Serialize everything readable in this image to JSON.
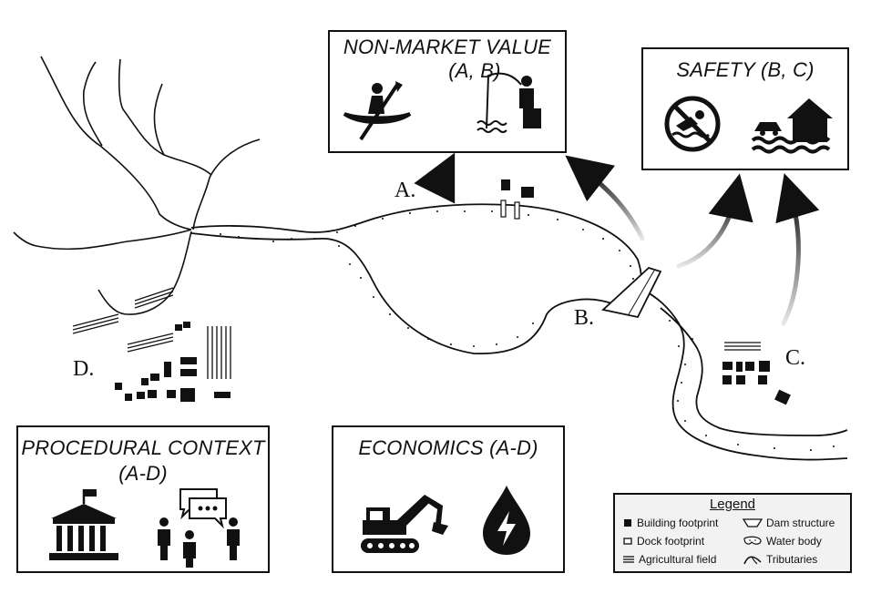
{
  "boxes": {
    "non_market": {
      "title_line1": "NON-MARKET VALUE",
      "title_line2": "(A, B)"
    },
    "safety": {
      "title": "SAFETY (B, C)"
    },
    "procedural": {
      "title_line1": "PROCEDURAL CONTEXT",
      "title_line2": "(A-D)"
    },
    "economics": {
      "title": "ECONOMICS (A-D)"
    }
  },
  "sites": {
    "a": "A.",
    "b": "B.",
    "c": "C.",
    "d": "D."
  },
  "icons": {
    "non_market": [
      "kayak-icon",
      "fishing-icon"
    ],
    "safety": [
      "no-swimming-icon",
      "flood-icon"
    ],
    "procedural": [
      "government-building-icon",
      "people-discussion-icon"
    ],
    "economics": [
      "excavator-icon",
      "hydropower-drop-icon"
    ]
  },
  "legend": {
    "title": "Legend",
    "items": [
      {
        "label": "Building footprint",
        "symbol": "filled-square"
      },
      {
        "label": "Dam structure",
        "symbol": "trapezoid"
      },
      {
        "label": "Dock footprint",
        "symbol": "open-rectangle"
      },
      {
        "label": "Water body",
        "symbol": "dotted-blob"
      },
      {
        "label": "Agricultural field",
        "symbol": "three-lines"
      },
      {
        "label": "Tributaries",
        "symbol": "curve"
      }
    ]
  }
}
